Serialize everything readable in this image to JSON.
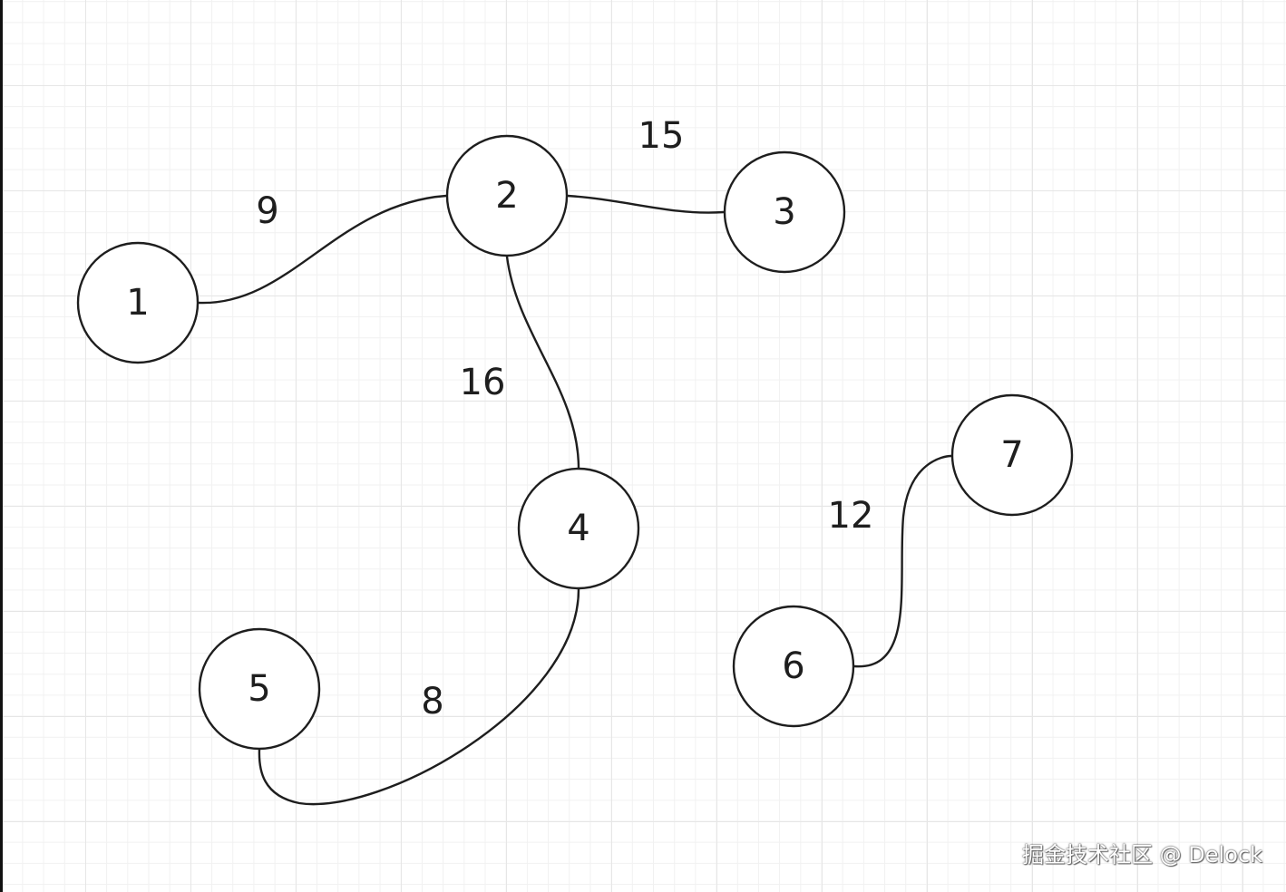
{
  "graph": {
    "nodes": [
      {
        "id": "1",
        "label": "1"
      },
      {
        "id": "2",
        "label": "2"
      },
      {
        "id": "3",
        "label": "3"
      },
      {
        "id": "4",
        "label": "4"
      },
      {
        "id": "5",
        "label": "5"
      },
      {
        "id": "6",
        "label": "6"
      },
      {
        "id": "7",
        "label": "7"
      }
    ],
    "edges": [
      {
        "from": "1",
        "to": "2",
        "weight": "9"
      },
      {
        "from": "2",
        "to": "3",
        "weight": "15"
      },
      {
        "from": "2",
        "to": "4",
        "weight": "16"
      },
      {
        "from": "4",
        "to": "5",
        "weight": "8"
      },
      {
        "from": "6",
        "to": "7",
        "weight": "12"
      }
    ]
  },
  "watermark": "掘金技术社区 @ Delock"
}
